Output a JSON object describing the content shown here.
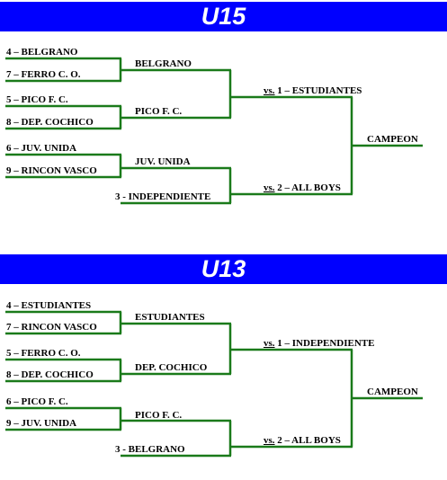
{
  "line_color": "#1a7a1a",
  "banner_color": "#0000ff",
  "brackets": [
    {
      "title": "U15",
      "round1": [
        "4 – BELGRANO",
        "7 – FERRO C. O.",
        "5 – PICO F. C.",
        "8 – DEP. COCHICO",
        "6 – JUV. UNIDA",
        "9 – RINCON VASCO"
      ],
      "bye": "3 - INDEPENDIENTE",
      "round2": [
        "BELGRANO",
        "PICO F. C.",
        "JUV. UNIDA"
      ],
      "semi1": {
        "vs": "vs.",
        "rest": " 1 – ESTUDIANTES"
      },
      "semi2": {
        "vs": "vs.",
        "rest": " 2 – ALL BOYS"
      },
      "champion": "CAMPEON"
    },
    {
      "title": "U13",
      "round1": [
        "4 – ESTUDIANTES",
        "7 – RINCON VASCO",
        "5 – FERRO C. O.",
        "8 – DEP. COCHICO",
        "6 – PICO F. C.",
        "9 – JUV. UNIDA"
      ],
      "bye": "3 - BELGRANO",
      "round2": [
        "ESTUDIANTES",
        "DEP. COCHICO",
        "PICO F. C."
      ],
      "semi1": {
        "vs": "vs.",
        "rest": " 1 – INDEPENDIENTE"
      },
      "semi2": {
        "vs": "vs.",
        "rest": " 2 – ALL BOYS"
      },
      "champion": "CAMPEON"
    }
  ]
}
